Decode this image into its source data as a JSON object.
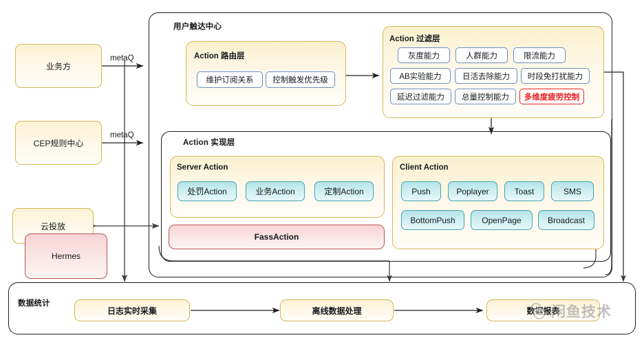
{
  "diagram": {
    "sources": [
      {
        "id": "biz",
        "label": "业务方"
      },
      {
        "id": "cep",
        "label": "CEP规则中心"
      },
      {
        "id": "cloud",
        "label": "云投放"
      },
      {
        "id": "hermes",
        "label": "Hermes"
      }
    ],
    "edge_labels": {
      "metaq_top": "metaQ",
      "metaq_mid": "metaQ"
    },
    "center": {
      "title": "用户触达中心",
      "router": {
        "title": "Action 路由层",
        "items": [
          "维护订阅关系",
          "控制触发优先级"
        ]
      },
      "filter": {
        "title": "Action 过滤层",
        "rows": [
          [
            "灰度能力",
            "人群能力",
            "限流能力"
          ],
          [
            "AB实验能力",
            "日活去除能力",
            "时段免打扰能力"
          ],
          [
            "延迟过滤能力",
            "总量控制能力",
            "多维度疲劳控制"
          ]
        ],
        "highlight": "多维度疲劳控制"
      },
      "impl": {
        "title": "Action 实现层",
        "server": {
          "title": "Server Action",
          "items": [
            "处罚Action",
            "业务Action",
            "定制Action"
          ]
        },
        "fass": {
          "label": "FassAction"
        },
        "client": {
          "title": "Client Action",
          "rows": [
            [
              "Push",
              "Poplayer",
              "Toast",
              "SMS"
            ],
            [
              "BottomPush",
              "OpenPage",
              "Broadcast"
            ]
          ]
        }
      }
    },
    "stats": {
      "title": "数据统计",
      "steps": [
        "日志实时采集",
        "离线数据处理",
        "数据报表"
      ]
    },
    "watermark": {
      "text": "闲鱼技术",
      "icon": "fish-logo-icon"
    },
    "colors": {
      "yellow_fill": "#fdf3d4",
      "yellow_border": "#d6b656",
      "red_fill": "#f7d4d4",
      "red_border": "#b85450",
      "cyan_fill": "#b6e3e8",
      "cyan_border": "#41a5ad",
      "blue_border": "#6c8ebf",
      "highlight_red": "#e8201f",
      "line": "#1f1f1f"
    }
  }
}
